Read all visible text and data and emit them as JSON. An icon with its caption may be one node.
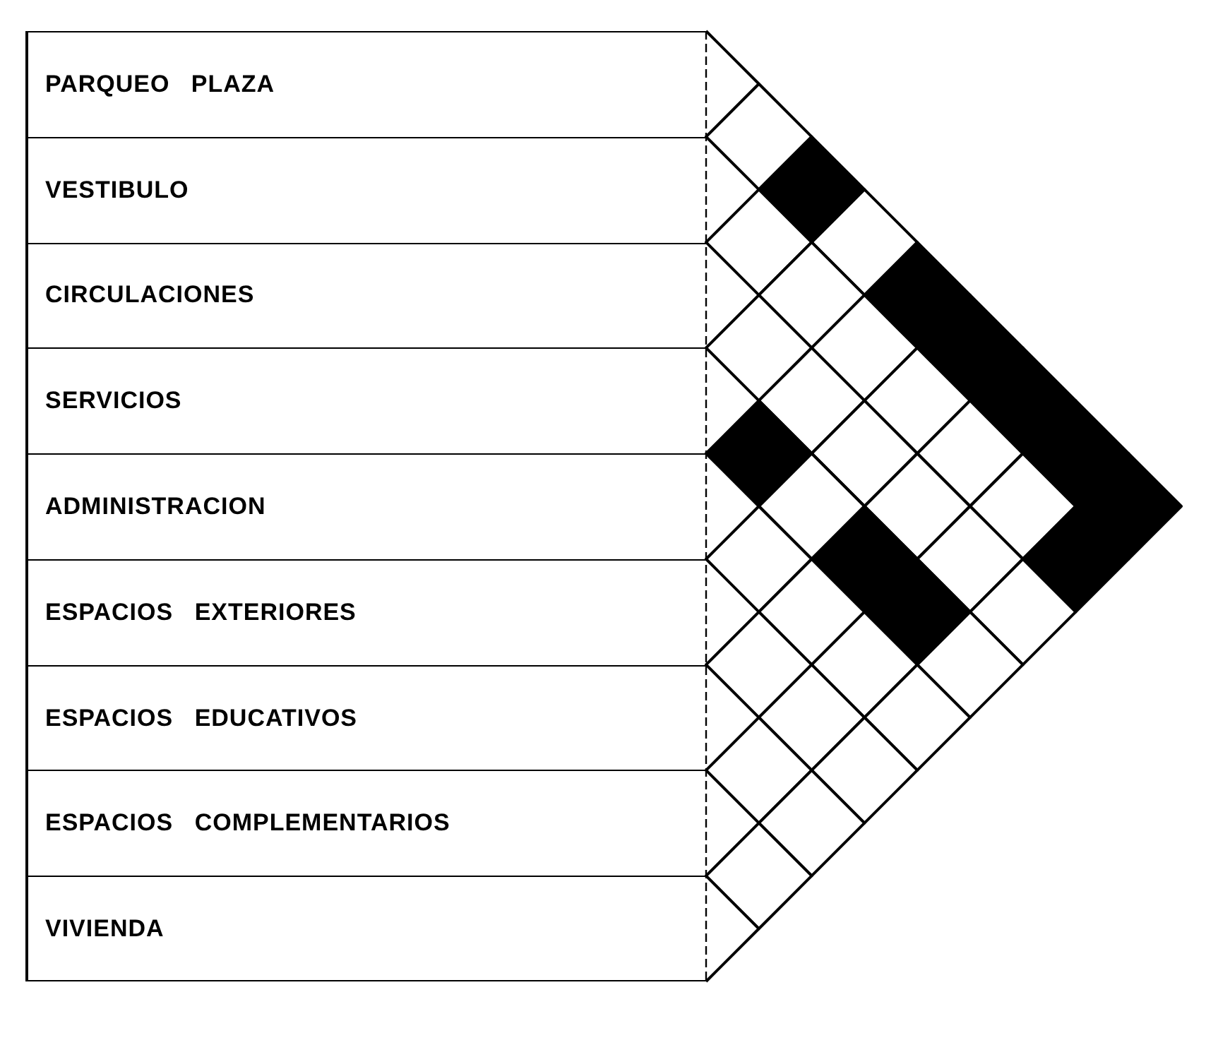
{
  "diagram": {
    "nodes": [
      {
        "text": [
          "PARQUEO PLAZA"
        ]
      },
      {
        "text": [
          "VESTIBULO"
        ]
      },
      {
        "text": [
          "CIRCULACIONES"
        ]
      },
      {
        "text": [
          "SERVICIOS"
        ]
      },
      {
        "text": [
          "ADMINISTRACION"
        ]
      },
      {
        "text": [
          "ESPACIOS EXTERIORES"
        ]
      },
      {
        "text": [
          "ESPACIOS EDUCATIVOS"
        ]
      },
      {
        "text": [
          "ESPACIOS COMPLEMENTARIOS"
        ]
      },
      {
        "text": [
          "VIVIENDA"
        ]
      }
    ]
  }
}
